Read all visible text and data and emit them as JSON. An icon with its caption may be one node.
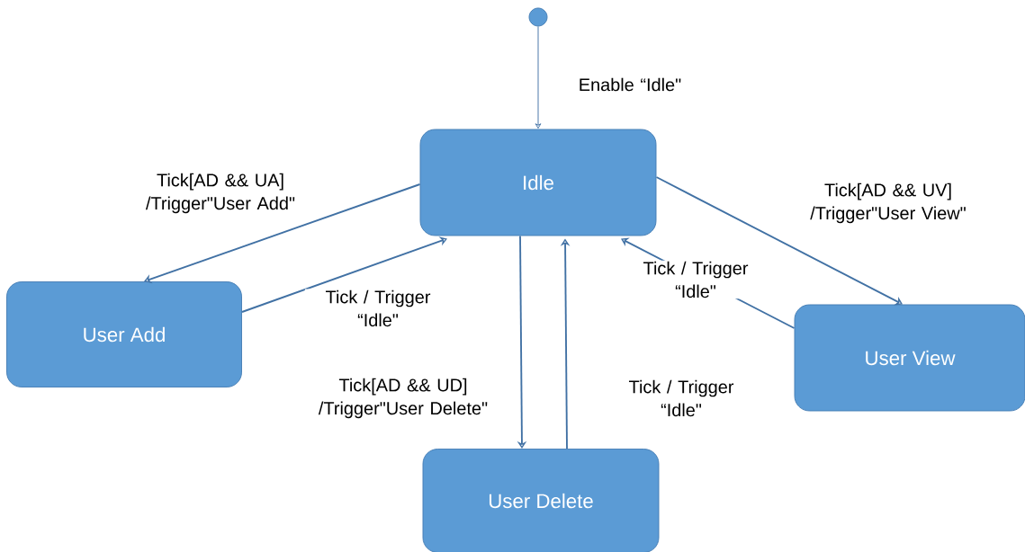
{
  "diagram": {
    "nodes": [
      {
        "text": [],
        "shape": "circle"
      },
      {
        "text": [
          "Idle"
        ]
      },
      {
        "text": [
          "User Add"
        ]
      },
      {
        "text": [
          "User View"
        ]
      },
      {
        "text": [
          "User Delete"
        ]
      }
    ],
    "edges": [
      {
        "from": 0,
        "to": 1,
        "arrow": "to",
        "label": "Enable “Idle\""
      },
      {
        "from": 1,
        "to": 2,
        "arrow": "to",
        "label": "Tick[AD && UA] /Trigger\"User Add\""
      },
      {
        "from": 2,
        "to": 1,
        "arrow": "to",
        "label": "Tick / Trigger “Idle\""
      },
      {
        "from": 1,
        "to": 4,
        "arrow": "to",
        "label": "Tick[AD && UD] /Trigger\"User Delete\""
      },
      {
        "from": 4,
        "to": 1,
        "arrow": "to",
        "label": "Tick / Trigger “Idle\""
      },
      {
        "from": 1,
        "to": 3,
        "arrow": "to",
        "label": "Tick[AD && UV] /Trigger\"User View\""
      },
      {
        "from": 3,
        "to": 1,
        "arrow": "to",
        "label": "Tick / Trigger “Idle\""
      }
    ]
  }
}
